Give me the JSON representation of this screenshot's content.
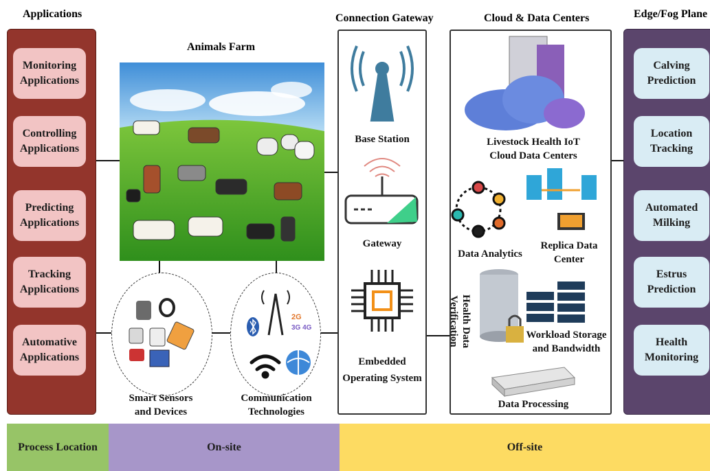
{
  "headers": {
    "applications": "Applications",
    "animals_farm": "Animals Farm",
    "connection_gateway": "Connection Gateway",
    "cloud": "Cloud & Data Centers",
    "edge": "Edge/Fog Plane"
  },
  "applications": [
    {
      "line1": "Monitoring",
      "line2": "Applications"
    },
    {
      "line1": "Controlling",
      "line2": "Applications"
    },
    {
      "line1": "Predicting",
      "line2": "Applications"
    },
    {
      "line1": "Tracking",
      "line2": "Applications"
    },
    {
      "line1": "Automative",
      "line2": "Applications"
    }
  ],
  "edge_items": [
    {
      "line1": "Calving",
      "line2": "Prediction"
    },
    {
      "line1": "Location",
      "line2": "Tracking"
    },
    {
      "line1": "Automated",
      "line2": "Milking"
    },
    {
      "line1": "Estrus",
      "line2": "Prediction"
    },
    {
      "line1": "Health",
      "line2": "Monitoring"
    }
  ],
  "onsite": {
    "sensors": {
      "line1": "Smart Sensors",
      "line2": "and Devices"
    },
    "comm": {
      "line1": "Communication",
      "line2": "Technologies"
    },
    "comm_badges": [
      "2G",
      "3G 4G"
    ]
  },
  "gateway": {
    "base_station": "Base Station",
    "gateway": "Gateway",
    "embedded": {
      "line1": "Embedded",
      "line2": "Operating System"
    }
  },
  "cloud": {
    "livestock": {
      "line1": "Livestock Health IoT",
      "line2": "Cloud Data Centers"
    },
    "analytics": "Data Analytics",
    "replica": {
      "line1": "Replica Data",
      "line2": "Center"
    },
    "verification": {
      "line1": "Health Data",
      "line2": "Verification"
    },
    "workload": {
      "line1": "Workload Storage",
      "line2": "and Bandwidth"
    },
    "processing": "Data Processing"
  },
  "bottom": {
    "process_location": "Process Location",
    "onsite": "On-site",
    "offsite": "Off-site"
  },
  "colors": {
    "app_panel": "#93352c",
    "app_box": "#f2c4c4",
    "edge_panel": "#5b456c",
    "edge_box": "#d9ecf4",
    "process_location": "#97c467",
    "onsite": "#a796c9",
    "offsite": "#fddb62"
  }
}
